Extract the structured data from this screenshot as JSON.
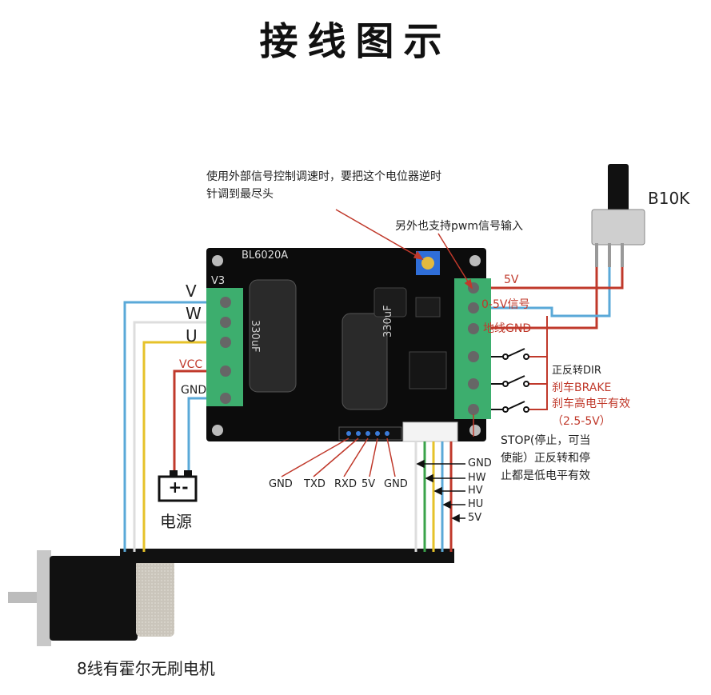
{
  "title": "接线图示",
  "board": {
    "model": "BL6020A",
    "version": "V3",
    "cap_label": "330uF"
  },
  "pot_note": "使用外部信号控制调速时，要把这个电位器逆时针调到最尽头",
  "pwm_note": "另外也支持pwm信号输入",
  "potentiometer": "B10K",
  "motor_phases": [
    "V",
    "W",
    "U"
  ],
  "power": {
    "vcc": "VCC",
    "gnd": "GND",
    "symbol": "+-",
    "label": "电源"
  },
  "right_terminals": {
    "v5": "5V",
    "signal": "0-5V信号",
    "ground": "地线GND",
    "dir": "正反转DIR",
    "brake": "刹车BRAKE",
    "brake_note": "刹车高电平有效（2.5-5V）",
    "stop_note": "STOP(停止，可当使能）正反转和停止都是低电平有效"
  },
  "uart_pins": [
    "GND",
    "TXD",
    "RXD",
    "5V",
    "GND"
  ],
  "hall_pins": [
    "GND",
    "HW",
    "HV",
    "HU",
    "5V"
  ],
  "motor_label": "8线有霍尔无刷电机",
  "colors": {
    "wire_black": "#111111",
    "wire_red": "#c0392b",
    "wire_white": "#dddddd",
    "wire_blue": "#5aa9d8",
    "wire_yellow": "#e6c229",
    "wire_green": "#3aa34a",
    "pcb": "#0c0c0c",
    "terminal": "#3dae6e"
  }
}
